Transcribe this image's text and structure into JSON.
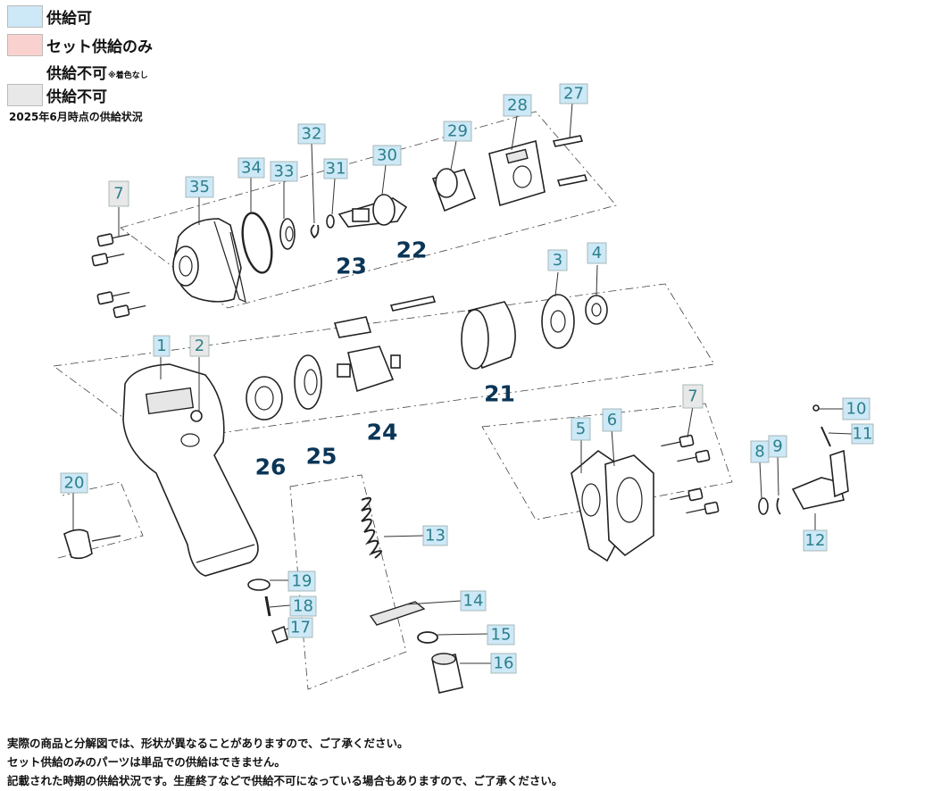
{
  "legend": {
    "items": [
      {
        "label": "供給可",
        "note": "",
        "color": "#cde8f6"
      },
      {
        "label": "セット供給のみ",
        "note": "",
        "color": "#f9d2cf"
      },
      {
        "label": "供給不可",
        "note": "※着色なし",
        "color": "#ffffff"
      },
      {
        "label": "供給不可",
        "note": "",
        "color": "#e8e8e8"
      }
    ],
    "status_date": "2025年6月時点の供給状況"
  },
  "diagram": {
    "labels": [
      {
        "id": "l1",
        "num": "1",
        "status": "available"
      },
      {
        "id": "l2",
        "num": "2",
        "status": "unavailable"
      },
      {
        "id": "l3",
        "num": "3",
        "status": "available"
      },
      {
        "id": "l4",
        "num": "4",
        "status": "available"
      },
      {
        "id": "l5",
        "num": "5",
        "status": "available"
      },
      {
        "id": "l6",
        "num": "6",
        "status": "available"
      },
      {
        "id": "l7a",
        "num": "7",
        "status": "unavailable"
      },
      {
        "id": "l7b",
        "num": "7",
        "status": "unavailable"
      },
      {
        "id": "l8",
        "num": "8",
        "status": "available"
      },
      {
        "id": "l9",
        "num": "9",
        "status": "available"
      },
      {
        "id": "l10",
        "num": "10",
        "status": "available"
      },
      {
        "id": "l11",
        "num": "11",
        "status": "available"
      },
      {
        "id": "l12",
        "num": "12",
        "status": "available"
      },
      {
        "id": "l13",
        "num": "13",
        "status": "available"
      },
      {
        "id": "l14",
        "num": "14",
        "status": "available"
      },
      {
        "id": "l15",
        "num": "15",
        "status": "available"
      },
      {
        "id": "l16",
        "num": "16",
        "status": "available"
      },
      {
        "id": "l17",
        "num": "17",
        "status": "available"
      },
      {
        "id": "l18",
        "num": "18",
        "status": "available"
      },
      {
        "id": "l19",
        "num": "19",
        "status": "available"
      },
      {
        "id": "l20",
        "num": "20",
        "status": "available"
      },
      {
        "id": "l21",
        "num": "21",
        "status": "none"
      },
      {
        "id": "l22",
        "num": "22",
        "status": "none"
      },
      {
        "id": "l23",
        "num": "23",
        "status": "none"
      },
      {
        "id": "l24",
        "num": "24",
        "status": "none"
      },
      {
        "id": "l25",
        "num": "25",
        "status": "none"
      },
      {
        "id": "l26",
        "num": "26",
        "status": "none"
      },
      {
        "id": "l27",
        "num": "27",
        "status": "available"
      },
      {
        "id": "l28",
        "num": "28",
        "status": "available"
      },
      {
        "id": "l29",
        "num": "29",
        "status": "available"
      },
      {
        "id": "l30",
        "num": "30",
        "status": "available"
      },
      {
        "id": "l31",
        "num": "31",
        "status": "available"
      },
      {
        "id": "l32",
        "num": "32",
        "status": "available"
      },
      {
        "id": "l33",
        "num": "33",
        "status": "available"
      },
      {
        "id": "l34",
        "num": "34",
        "status": "available"
      },
      {
        "id": "l35",
        "num": "35",
        "status": "available"
      }
    ]
  },
  "notes": [
    "実際の商品と分解図では、形状が異なることがありますので、ご了承ください。",
    "セット供給のみのパーツは単品での供給はできません。",
    "記載された時期の供給状況です。生産終了などで供給不可になっている場合もありますので、ご了承ください。"
  ],
  "colors": {
    "available": "#cde8f6",
    "set_only": "#f9d2cf",
    "unavailable": "#e8e8e8",
    "number_text": "#2c7f8c",
    "bold_number": "#0a3556"
  }
}
